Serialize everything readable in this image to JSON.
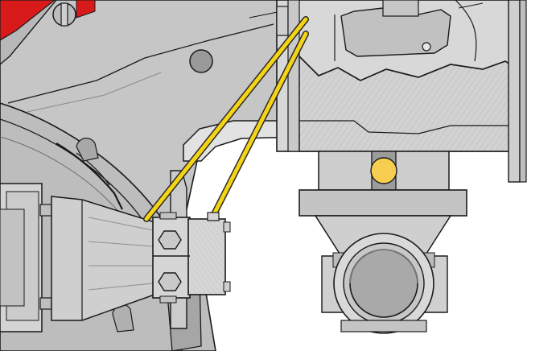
{
  "illustration": {
    "subject": "burner-assembly-cutaway",
    "parts": [
      "burner-housing",
      "electrode-bracket",
      "ignition-electrodes",
      "blast-tube-cutaway",
      "adjusting-screw",
      "flange-fitting",
      "pipe-connection"
    ],
    "colors": {
      "background": "#ffffff",
      "housing": "#c4c4c4",
      "housing_dark": "#a9a9a9",
      "housing_light": "#dcdcdc",
      "outline": "#1a1a1a",
      "electrode": "#f5d416",
      "electrode_outline": "#2a2a2a",
      "indicator": "#f6cd4e",
      "accent_red": "#d91a1a"
    }
  }
}
